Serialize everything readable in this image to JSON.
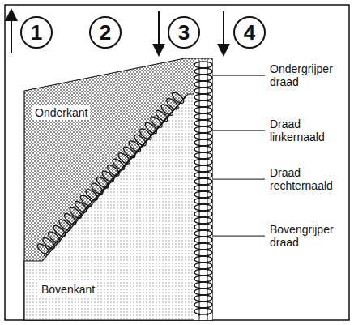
{
  "diagram": {
    "nodes": [
      {
        "text": [
          "1"
        ]
      },
      {
        "text": [
          "2"
        ]
      },
      {
        "text": [
          "3"
        ]
      },
      {
        "text": [
          "4"
        ]
      }
    ],
    "labels": [
      "Onderkant",
      "Bovenkant",
      "Ondergrijper draad",
      "Draad linkernaald",
      "Draad rechternaald",
      "Bovengrijper draad"
    ]
  }
}
